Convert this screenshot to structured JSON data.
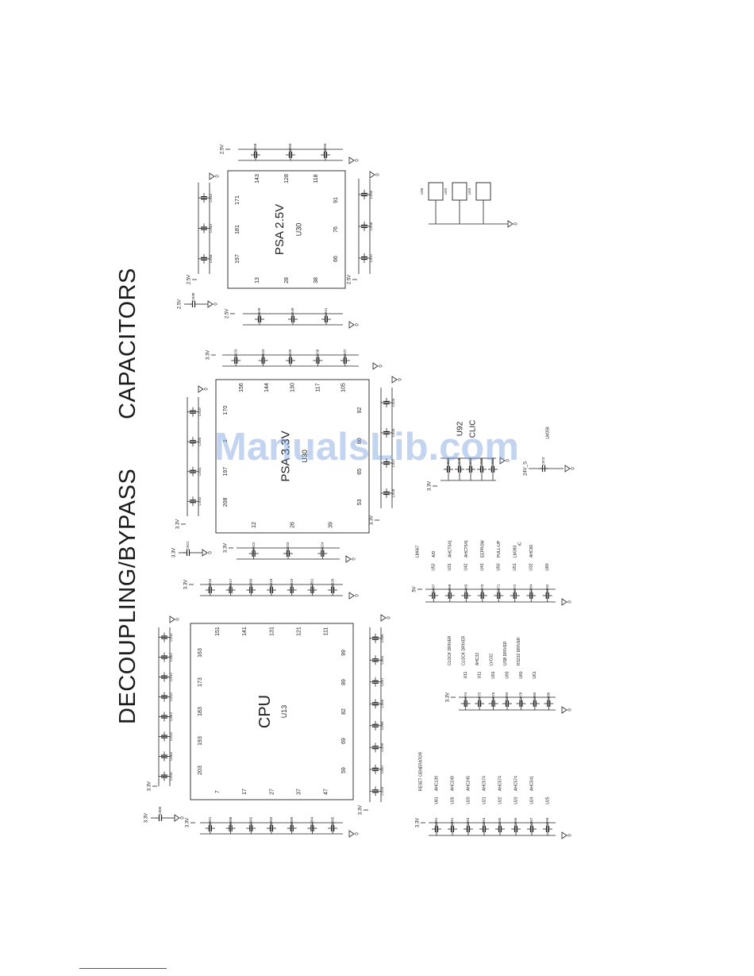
{
  "headings": {
    "left": "DECOUPLING/BYPASS",
    "right": "CAPACITORS"
  },
  "watermark": "ManualsLib.com",
  "chips": [
    {
      "name": "CPU",
      "ref": "U13",
      "top_pins": [
        "151",
        "141",
        "131",
        "121",
        "111"
      ],
      "bottom_pins": [
        "7",
        "17",
        "27",
        "37",
        "47"
      ],
      "left_pins": [
        "163",
        "173",
        "183",
        "193",
        "203"
      ],
      "right_pins": [
        "99",
        "89",
        "82",
        "69",
        "59"
      ]
    },
    {
      "name": "PSA 3.3V",
      "ref": "U30",
      "top_pins": [
        "156",
        "144",
        "130",
        "117",
        "105"
      ],
      "bottom_pins": [
        "12",
        "26",
        "39"
      ],
      "left_pins": [
        "170",
        "1",
        "197",
        "208"
      ],
      "right_pins": [
        "92",
        "80",
        "65",
        "53"
      ]
    },
    {
      "name": "PSA 2.5V",
      "ref": "U30",
      "top_pins": [
        "143",
        "128",
        "118"
      ],
      "bottom_pins": [
        "13",
        "28",
        "38"
      ],
      "left_pins": [
        "171",
        "181",
        "197"
      ],
      "right_pins": [
        "91",
        "76",
        "66"
      ]
    }
  ],
  "rails": {
    "v33": "3.3V",
    "v25": "2.5V",
    "v5": "5V",
    "v24": "24V_S",
    "gnd": "0"
  },
  "caps": {
    "cpu_bottom": [
      "C901",
      "C888",
      "C902",
      "C903",
      "C889",
      "C904",
      "C905"
    ],
    "cpu_left": [
      "C911",
      "C862",
      "C912",
      "C913",
      "C863",
      "C914",
      "C864",
      "C915"
    ],
    "cpu_right": [
      "C906",
      "C865",
      "C907",
      "C866",
      "C908",
      "C909",
      "C867",
      "C910"
    ],
    "cpu_top": [
      "C916",
      "C917",
      "C860",
      "C918",
      "C919",
      "C861",
      "C920"
    ],
    "psa33_left": [
      "C929",
      "C930",
      "C931",
      "C932"
    ],
    "psa33_right": [
      "C925",
      "C926",
      "C927",
      "C928"
    ],
    "psa33_bottom": [
      "C922",
      "C923",
      "C924"
    ],
    "psa33_top": [
      "C933",
      "C934",
      "C935",
      "C936",
      "C937"
    ],
    "psa25_left": [
      "C942",
      "C943",
      "C944"
    ],
    "psa25_right": [
      "C945",
      "C946",
      "C947"
    ],
    "psa25_bottom": [
      "C939",
      "C940",
      "C941"
    ],
    "psa25_top": [
      "C968",
      "C969",
      "C950"
    ],
    "bulk": [
      "C900",
      "C921",
      "C938"
    ]
  },
  "col1": {
    "caps": [
      "C881",
      "C961",
      "C963",
      "C964",
      "C965",
      "C966",
      "C967",
      "C899"
    ],
    "refs": [
      "U81",
      "U26",
      "U20",
      "U21",
      "U22",
      "U23",
      "U24",
      "U25"
    ],
    "parts": [
      "RESET GENERATOR",
      "AHC139",
      "AHC249",
      "AHC245",
      "AHC574",
      "AHC574",
      "AHC574",
      "AHC541"
    ]
  },
  "col2": {
    "caps": [
      "C974",
      "C975",
      "C976",
      "C983",
      "C978",
      "C985",
      "C986"
    ],
    "refs": [
      "U11",
      "U11",
      "U91",
      "U93",
      "U60",
      "U61"
    ],
    "parts": [
      "CLOCK DRIVER",
      "CLOCK DRIVER",
      "AHC32",
      "LVC02",
      "USB DRIVER",
      "RS232 DRIVER"
    ]
  },
  "col3": {
    "caps": [
      "C967",
      "C968",
      "C969",
      "C970",
      "C971",
      "C972",
      "C984",
      "C892"
    ],
    "refs": [
      "U52",
      "U31",
      "U42",
      "U43",
      "U50",
      "U51",
      "U32",
      "U80"
    ],
    "parts": [
      "LM667",
      "A/D",
      "AHCT541",
      "AHCT541",
      "EEPROM",
      "PULL-UP",
      "LM393",
      "AHC86"
    ],
    "extra": "IC"
  },
  "clic": {
    "title": "U92",
    "subtitle": "CLIC",
    "caps": [
      "C892",
      "C978",
      "C979",
      "C980",
      "C981"
    ],
    "part": "LM358",
    "cap24": "C973"
  },
  "regs": {
    "refs": [
      "U90",
      "U92",
      "U93"
    ]
  }
}
